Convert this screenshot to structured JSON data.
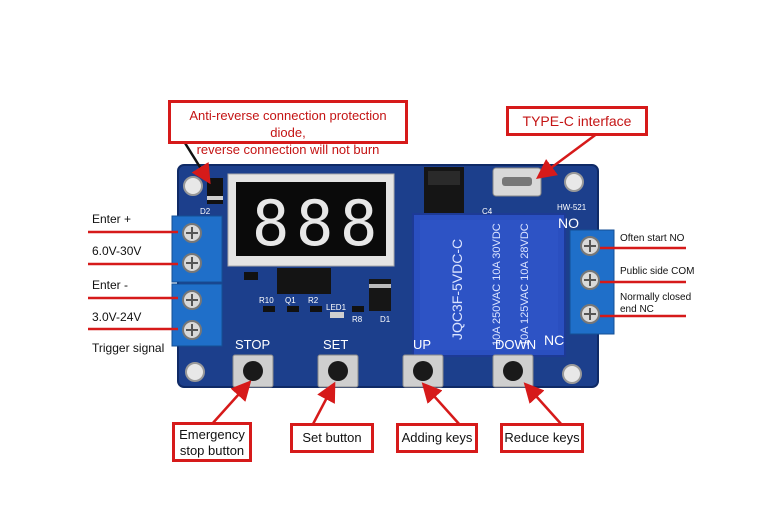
{
  "callouts": {
    "diode": {
      "line1": "Anti-reverse connection protection diode,",
      "line2": "reverse connection will not burn"
    },
    "typec": "TYPE-C interface",
    "stop": {
      "line1": "Emergency",
      "line2": "stop button"
    },
    "set": "Set button",
    "add": "Adding keys",
    "reduce": "Reduce keys"
  },
  "left_labels": {
    "enter_plus": "Enter +",
    "range_high": "6.0V-30V",
    "enter_minus": "Enter -",
    "range_low": "3.0V-24V",
    "trigger": "Trigger signal"
  },
  "right_labels": {
    "no": "Often start NO",
    "com": "Public side COM",
    "nc_line1": "Normally closed",
    "nc_line2": "end NC"
  },
  "board_text": {
    "stop": "STOP",
    "set": "SET",
    "up": "UP",
    "down": "DOWN",
    "relay_model": "JQC3F-5VDC-C",
    "relay_line1": "10A 250VAC  10A 30VDC",
    "relay_line2": "10A 125VAC  10A 28VDC",
    "board_id": "HW-521",
    "d2": "D2",
    "d1": "D1",
    "c4": "C4",
    "r10": "R10",
    "q1": "Q1",
    "r2": "R2",
    "led1": "LED1",
    "r8": "R8",
    "nc_pin": "NC",
    "no_pin": "NO"
  },
  "display": {
    "digits": [
      "8",
      "8",
      "8"
    ]
  },
  "colors": {
    "pcb": "#1c3f8c",
    "callout_border": "#d61a1a",
    "wire": "#d61a1a",
    "relay": "#2a4fc0"
  }
}
